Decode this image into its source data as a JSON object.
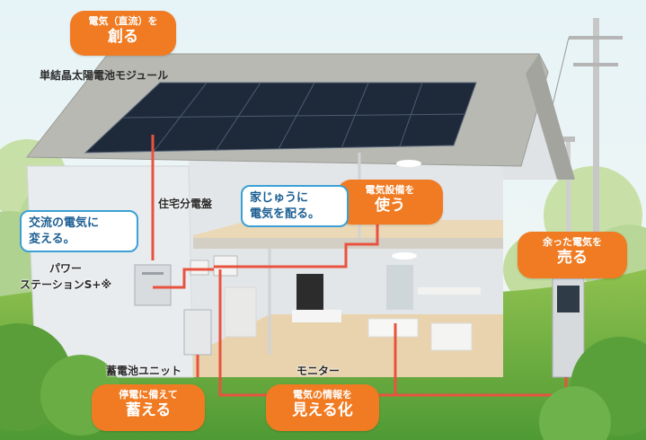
{
  "bubbles": {
    "create": {
      "small": "電気（直流）を",
      "big": "創る"
    },
    "use": {
      "small": "電気設備を",
      "big": "使う"
    },
    "sell": {
      "small": "余った電気を",
      "big": "売る"
    },
    "store": {
      "small": "停電に備えて",
      "big": "蓄える"
    },
    "visualize": {
      "small": "電気の情報を",
      "big": "見える化"
    }
  },
  "callouts": {
    "ac": {
      "line1": "交流の電気に",
      "line2": "変える。"
    },
    "distribute": {
      "line1": "家じゅうに",
      "line2": "電気を配る。"
    }
  },
  "labels": {
    "solar_module": "単結晶太陽電池モジュール",
    "distribution_board": "住宅分電盤",
    "power_station_line1": "パワー",
    "power_station_line2": "ステーションS+※",
    "battery_unit": "蓄電池ユニット",
    "monitor": "モニター"
  },
  "colors": {
    "accent_orange": "#f07b22",
    "wire_red": "#e8533f",
    "callout_blue": "#3aa0d5"
  }
}
